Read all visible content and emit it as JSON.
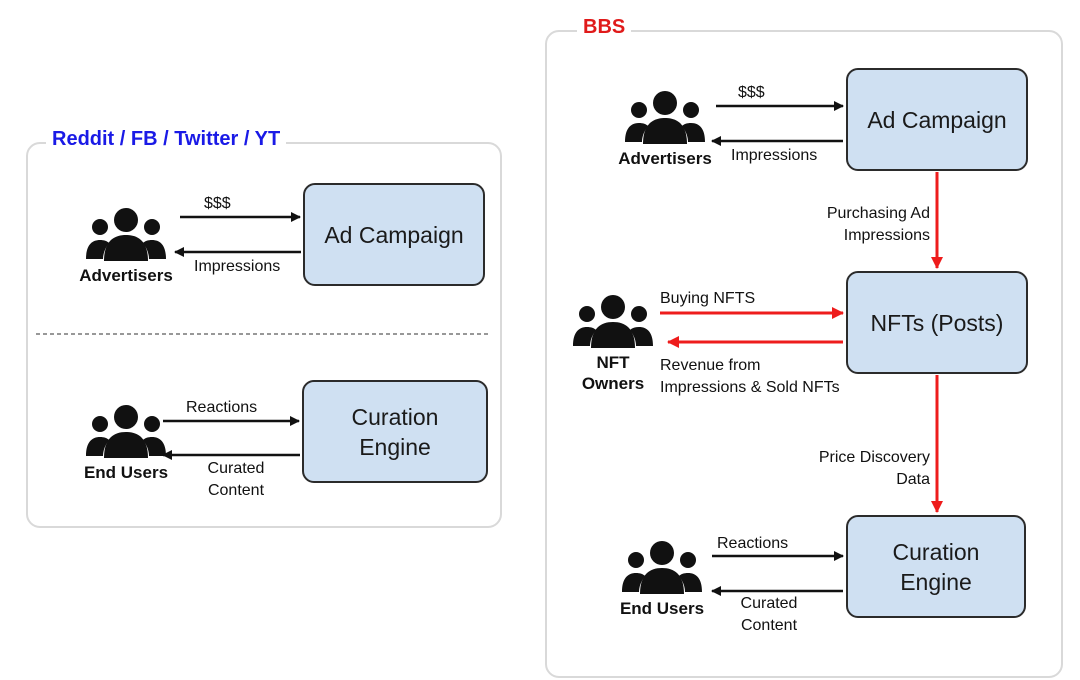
{
  "left_panel": {
    "title": "Reddit / FB / Twitter / YT",
    "title_color": "#1a1ae6",
    "ad_campaign": "Ad Campaign",
    "advertisers": "Advertisers",
    "money": "$$$",
    "impressions": "Impressions",
    "curation_engine": "Curation\nEngine",
    "end_users": "End Users",
    "reactions": "Reactions",
    "curated_content": "Curated\nContent"
  },
  "right_panel": {
    "title": "BBS",
    "title_color": "#e01a1a",
    "ad_campaign": "Ad Campaign",
    "advertisers": "Advertisers",
    "money": "$$$",
    "impressions": "Impressions",
    "purchasing_ad_impressions": "Purchasing Ad\nImpressions",
    "nfts_posts": "NFTs (Posts)",
    "nft_owners": "NFT\nOwners",
    "buying_nfts": "Buying NFTS",
    "revenue": "Revenue from\nImpressions & Sold NFTs",
    "price_discovery": "Price Discovery\nData",
    "curation_engine": "Curation\nEngine",
    "end_users": "End Users",
    "reactions": "Reactions",
    "curated_content": "Curated\nContent"
  },
  "colors": {
    "box_fill": "#cfe0f2",
    "arrow_black": "#111111",
    "arrow_red": "#ee1c1c",
    "panel_border": "#d9d9d9"
  },
  "icons": {
    "actor": "people-group-icon"
  }
}
